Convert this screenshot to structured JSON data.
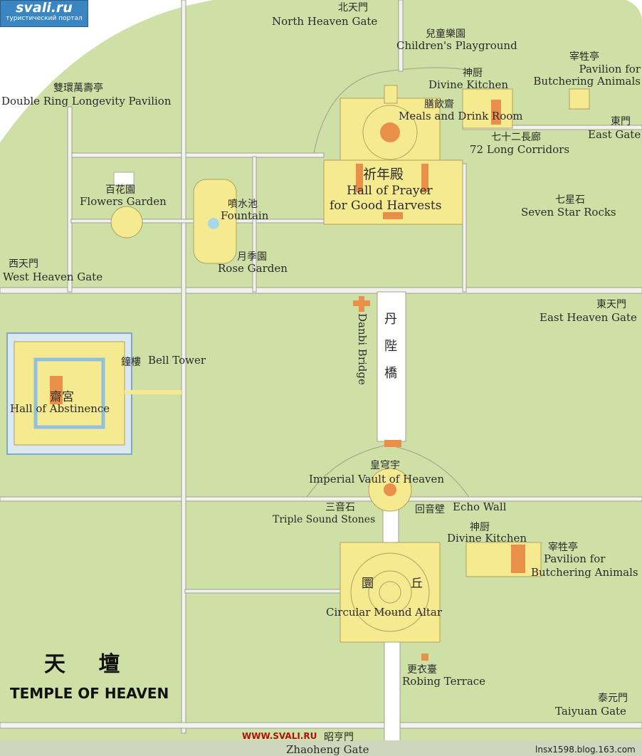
{
  "logo": {
    "name": "svali.ru",
    "tagline": "туристический портал"
  },
  "watermark": {
    "site": "WWW.SVALI.RU",
    "blog": "lnsx1598.blog.163.com"
  },
  "title": {
    "chinese": "天  壇",
    "english": "TEMPLE OF HEAVEN"
  },
  "colors": {
    "grass": "#cfe0a6",
    "building": "#f6ea90",
    "roof": "#e8904a",
    "road": "#f2f2ee"
  },
  "labels": {
    "north_gate_zh": "北天門",
    "north_gate": "North Heaven Gate",
    "playground_zh": "兒童樂園",
    "playground": "Children's Playground",
    "pavilion_n_zh": "宰牲亭",
    "pavilion_n": "Pavilion for Butchering Animals",
    "kitchen_n_zh": "神厨",
    "kitchen_n": "Divine Kitchen",
    "meals_zh": "膳飲齋",
    "meals": "Meals and Drink Room",
    "corridors_zh": "七十二長廊",
    "corridors": "72 Long Corridors",
    "east_gate_zh": "東門",
    "east_gate": "East Gate",
    "double_ring_zh": "雙環萬壽亭",
    "double_ring": "Double Ring Longevity Pavilion",
    "hall_prayer_zh": "祈年殿",
    "hall_prayer_1": "Hall of Prayer",
    "hall_prayer_2": "for Good Harvests",
    "seven_star_zh": "七星石",
    "seven_star": "Seven Star Rocks",
    "flowers_zh": "百花園",
    "flowers": "Flowers Garden",
    "fountain_zh": "噴水池",
    "fountain": "Fountain",
    "rose_zh": "月季園",
    "rose": "Rose Garden",
    "west_gate_zh": "西天門",
    "west_gate": "West Heaven Gate",
    "east_heaven_zh": "東天門",
    "east_heaven": "East Heaven Gate",
    "danbi": "Danbi Bridge",
    "danbi_zh": "丹陛橋",
    "bell_zh": "鐘樓",
    "bell": "Bell Tower",
    "abstinence_zh": "齋宮",
    "abstinence": "Hall of Abstinence",
    "vault_zh": "皇穹宇",
    "vault": "Imperial Vault of Heaven",
    "triple_zh": "三音石",
    "triple": "Triple Sound Stones",
    "echo_zh": "回音壁",
    "echo": "Echo Wall",
    "kitchen_s_zh": "神厨",
    "kitchen_s": "Divine Kitchen",
    "pavilion_s_zh": "宰牲亭",
    "pavilion_s_1": "Pavilion for",
    "pavilion_s_2": "Butchering Animals",
    "mound_zh_1": "圜",
    "mound_zh_2": "丘",
    "mound": "Circular Mound Altar",
    "robing_zh": "更衣臺",
    "robing": "Robing Terrace",
    "taiyuan_zh": "泰元門",
    "taiyuan": "Taiyuan Gate",
    "zhaoheng_zh": "昭亨門",
    "zhaoheng": "Zhaoheng Gate"
  }
}
